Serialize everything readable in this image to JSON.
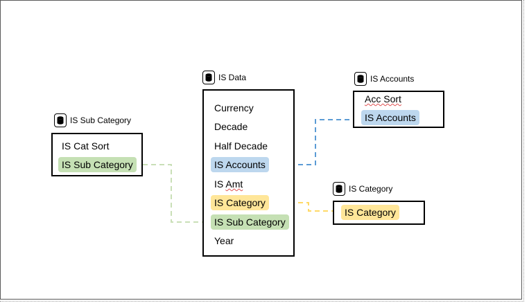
{
  "colors": {
    "blue_highlight": "#bdd7ee",
    "yellow_highlight": "#ffe699",
    "green_highlight": "#c5e0b4",
    "blue_link": "#5b9bd5",
    "yellow_link": "#ffd966",
    "green_link": "#c9dfb7"
  },
  "icons": {
    "table": "database-icon"
  },
  "tables": {
    "is_data": {
      "title": "IS Data",
      "fields": [
        "Currency",
        "Decade",
        "Half Decade",
        "IS Accounts",
        "IS Amt",
        "IS Category",
        "IS Sub Category",
        "Year"
      ]
    },
    "is_accounts": {
      "title": "IS Accounts",
      "fields": [
        "Acc Sort",
        "IS Accounts"
      ]
    },
    "is_sub_category": {
      "title": "IS Sub Category",
      "fields": [
        "IS Cat Sort",
        "IS Sub Category"
      ]
    },
    "is_category": {
      "title": "IS Category",
      "fields": [
        "IS Category"
      ]
    }
  }
}
